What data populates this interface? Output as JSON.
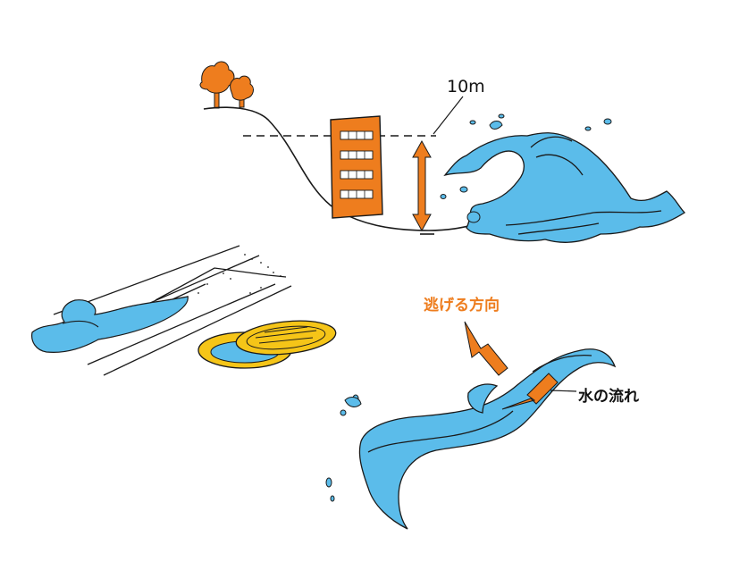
{
  "labels": {
    "wave_height": "10m",
    "escape_direction": "逃げる方向",
    "water_flow": "水の流れ"
  },
  "colors": {
    "water": "#5bbcea",
    "building": "#ee7d1e",
    "arrow": "#ee7d1e",
    "tree": "#ee7d1e",
    "manhole": "#f5c518",
    "outline": "#1a1a1a"
  }
}
